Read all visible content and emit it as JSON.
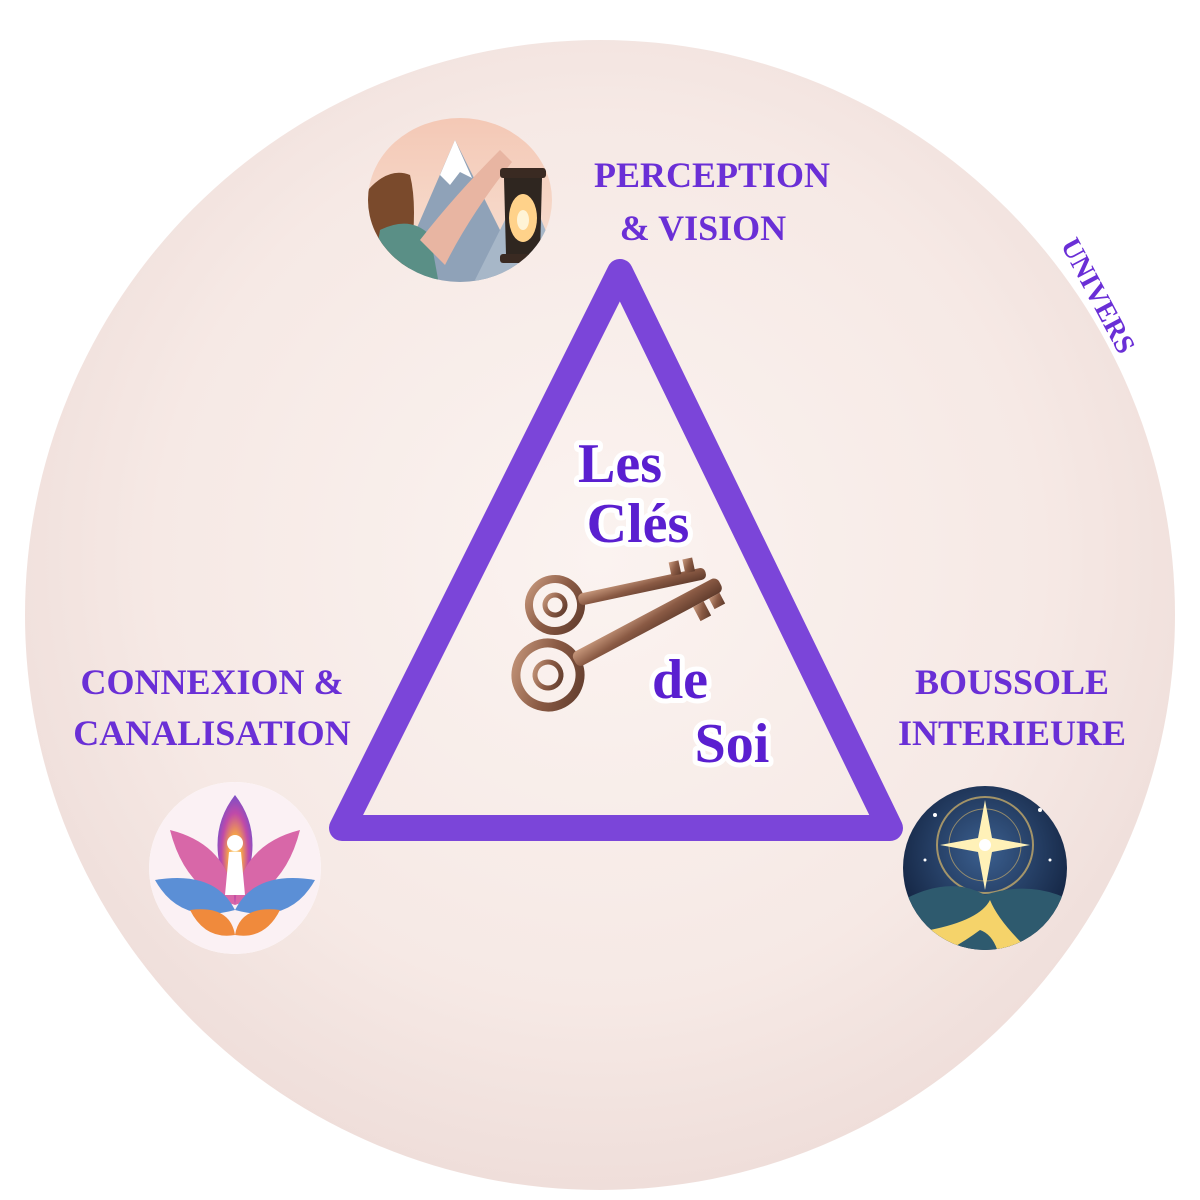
{
  "title": {
    "line1": "Les",
    "line2": "Clés",
    "line3": "de",
    "line4": "Soi"
  },
  "nodes": {
    "top": {
      "line1": "PERCEPTION",
      "line2": "& VISION",
      "image": "lantern-mountain-illustration"
    },
    "left": {
      "line1": "CONNEXION &",
      "line2": "CANALISATION",
      "image": "lotus-illustration"
    },
    "right": {
      "line1": "BOUSSOLE",
      "line2": "INTERIEURE",
      "image": "compass-star-illustration"
    }
  },
  "outer_label": "UNIVERS",
  "center_image": "keys-illustration",
  "colors": {
    "accent": "#6a2fd6",
    "triangle": "#7b45d9",
    "background_circle": "#f6e9e5"
  }
}
